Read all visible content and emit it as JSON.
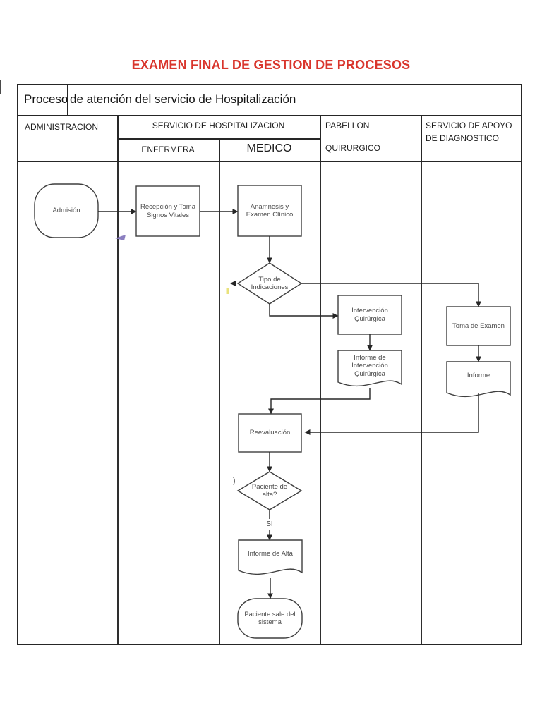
{
  "page": {
    "title": "EXAMEN FINAL DE GESTION DE PROCESOS",
    "title_color": "#d9352c",
    "line_color": "#262626",
    "shape_stroke_color": "#3f3f3f"
  },
  "table": {
    "process_label": "Proceso",
    "process_title": "de atención del servicio de Hospitalización",
    "lanes": {
      "administracion": "ADMINISTRACION",
      "hospitalizacion": "SERVICIO DE HOSPITALIZACION",
      "enfermera": "ENFERMERA",
      "medico": "MEDICO",
      "pabellon_line1": "PABELLON",
      "pabellon_line2": "QUIRURGICO",
      "apoyo_line1": "SERVICIO DE APOYO",
      "apoyo_line2": "DE DIAGNOSTICO"
    }
  },
  "flow": {
    "admision": "Admisión",
    "recepcion": "Recepción y Toma\nSignos Vitales",
    "anamnesis": "Anamnesis y\nExamen Clínico",
    "tipo_indicaciones": "Tipo de\nIndicaciones",
    "intervencion": "Intervención\nQuirúrgica",
    "informe_intervencion": "Informe de\nIntervención\nQuirúrgica",
    "toma_examen": "Toma de Examen",
    "informe": "Informe",
    "reevaluacion": "Reevaluación",
    "paciente_alta": "Paciente de\nalta?",
    "si_label": "SI",
    "no_artifact": ")",
    "informe_alta": "Informe de Alta",
    "paciente_sale": "Paciente sale del\nsistema"
  }
}
